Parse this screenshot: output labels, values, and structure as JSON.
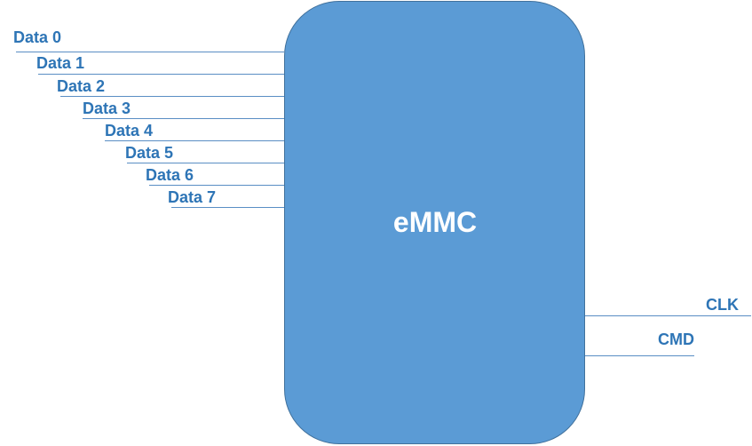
{
  "chip": {
    "label": "eMMC"
  },
  "left_pins": [
    "Data 0",
    "Data 1",
    "Data 2",
    "Data 3",
    "Data 4",
    "Data 5",
    "Data 6",
    "Data 7"
  ],
  "right_pins": [
    "CLK",
    "CMD"
  ],
  "colors": {
    "body": "#5b9bd5",
    "border": "#41719c",
    "label": "#2e75b6"
  }
}
